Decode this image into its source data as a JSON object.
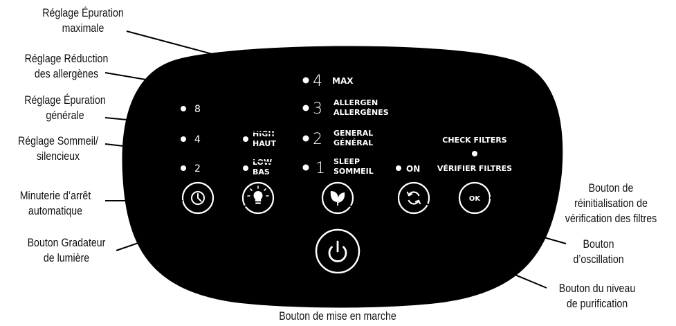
{
  "colors": {
    "panel": "#000000",
    "panel_text": "#ffffff",
    "button_outline": "#ffffff",
    "leader_line": "#000000",
    "callout_text": "#111111"
  },
  "panel": {
    "level_4": {
      "numeral": "4",
      "label": "MAX"
    },
    "level_3": {
      "numeral": "3",
      "label_line1": "ALLERGEN",
      "label_line2": "ALLERGÈNES"
    },
    "level_2": {
      "numeral": "2",
      "label_line1": "GENERAL",
      "label_line2": "GÉNÉRAL"
    },
    "level_1": {
      "numeral": "1",
      "label_line1": "SLEEP",
      "label_line2": "SOMMEIL"
    },
    "timer_8": "8",
    "timer_4": "4",
    "timer_2": "2",
    "light_high_line1": "HIGH",
    "light_high_line2": "HAUT",
    "light_low_line1": "LOW",
    "light_low_line2": "BAS",
    "oscillation_on": "ON",
    "check_filters_en": "CHECK FILTERS",
    "check_filters_fr": "VÉRIFIER FILTRES",
    "ok_button_label": "OK",
    "icons": {
      "timer_button": "clock-icon",
      "light_button": "lightbulb-icon",
      "purification_button": "leaf-icon",
      "oscillation_button": "rotate-icon",
      "power_button": "power-icon"
    }
  },
  "callouts": {
    "max_purification": {
      "line1": "Réglage Épuration",
      "line2": "maximale"
    },
    "allergen_reduction": {
      "line1": "Réglage Réduction",
      "line2": "des allergènes"
    },
    "general_purification": {
      "line1": "Réglage Épuration",
      "line2": "générale"
    },
    "sleep_quiet": {
      "line1": "Réglage Sommeil/",
      "line2": "silencieux"
    },
    "auto_off_timer": {
      "line1": "Minuterie d’arrêt",
      "line2": "automatique"
    },
    "light_dimmer": {
      "line1": "Bouton Gradateur",
      "line2": "de lumière"
    },
    "filter_check_reset": {
      "line1": "Bouton de",
      "line2": "réinitialisation de",
      "line3": "vérification des filtres"
    },
    "oscillation_button": {
      "line1": "Bouton",
      "line2": "d’oscillation"
    },
    "purification_level": {
      "line1": "Bouton du niveau",
      "line2": "de purification"
    },
    "power": {
      "line1": "Bouton de mise en marche"
    }
  }
}
